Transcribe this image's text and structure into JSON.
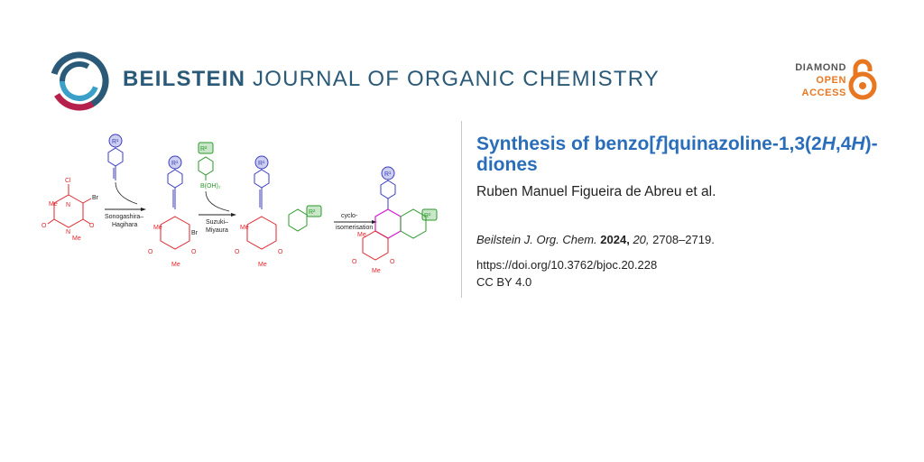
{
  "header": {
    "brand_bold": "BEILSTEIN",
    "brand_rest": " JOURNAL OF ORGANIC CHEMISTRY",
    "open_access": {
      "line1": "DIAMOND",
      "line2": "OPEN",
      "line3": "ACCESS"
    }
  },
  "article": {
    "title_part1": "Synthesis of benzo[",
    "title_italic1": "f",
    "title_part2": "]quinazoline-1,3(2",
    "title_italic2": "H",
    "title_part3": ",4",
    "title_italic3": "H",
    "title_part4": ")-diones",
    "authors": "Ruben Manuel Figueira de Abreu et al.",
    "journal": "Beilstein J. Org. Chem.",
    "year": "2024,",
    "volume": "20,",
    "pages": "2708–2719.",
    "doi": "https://doi.org/10.3762/bjoc.20.228",
    "license": "CC BY 4.0"
  },
  "scheme": {
    "step1": [
      "Sonogashira–",
      "Hagihara"
    ],
    "step2": [
      "Suzuki–",
      "Miyaura"
    ],
    "step3": [
      "cyclo-",
      "isomerisation"
    ],
    "r1": "R¹",
    "r2": "R²",
    "boronic": "B(OH)₂",
    "me": "Me",
    "n": "N",
    "o": "O",
    "cl": "Cl",
    "br": "Br",
    "colors": {
      "red": "#e0252b",
      "blue": "#3a3ec0",
      "green": "#2a9a2a",
      "magenta": "#d020d0"
    }
  },
  "colors": {
    "brand": "#2b5a78",
    "title": "#2a6ebb",
    "accent": "#e87722"
  }
}
